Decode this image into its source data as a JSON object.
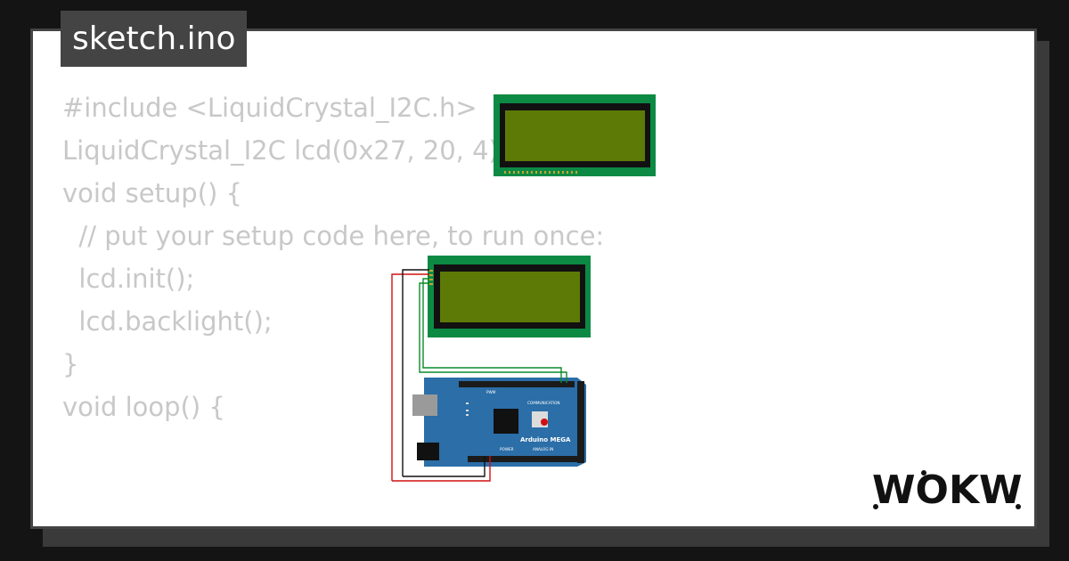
{
  "file_tab": {
    "name": "sketch.ino"
  },
  "code_lines": [
    "#include <LiquidCrystal_I2C.h>",
    "",
    "LiquidCrystal_I2C lcd(0x27, 20, 4);",
    "",
    "void setup() {",
    "  // put your setup code here, to run once:",
    "  lcd.init();",
    "  lcd.backlight();",
    "}",
    "",
    "void loop() {"
  ],
  "board": {
    "name": "Arduino MEGA",
    "labels": {
      "pwm": "PWM",
      "communication": "COMMUNICATION",
      "power": "POWER",
      "analog_in": "ANALOG IN"
    }
  },
  "brand": {
    "logo_text": "WOKWi"
  },
  "colors": {
    "lcd_pcb": "#0c8a44",
    "lcd_screen": "#5d7a07",
    "board_blue": "#2b6ea8",
    "wire_red": "#d01010",
    "wire_black": "#111111",
    "wire_green": "#0a8a2a",
    "code_gray": "#c8c8c8"
  }
}
